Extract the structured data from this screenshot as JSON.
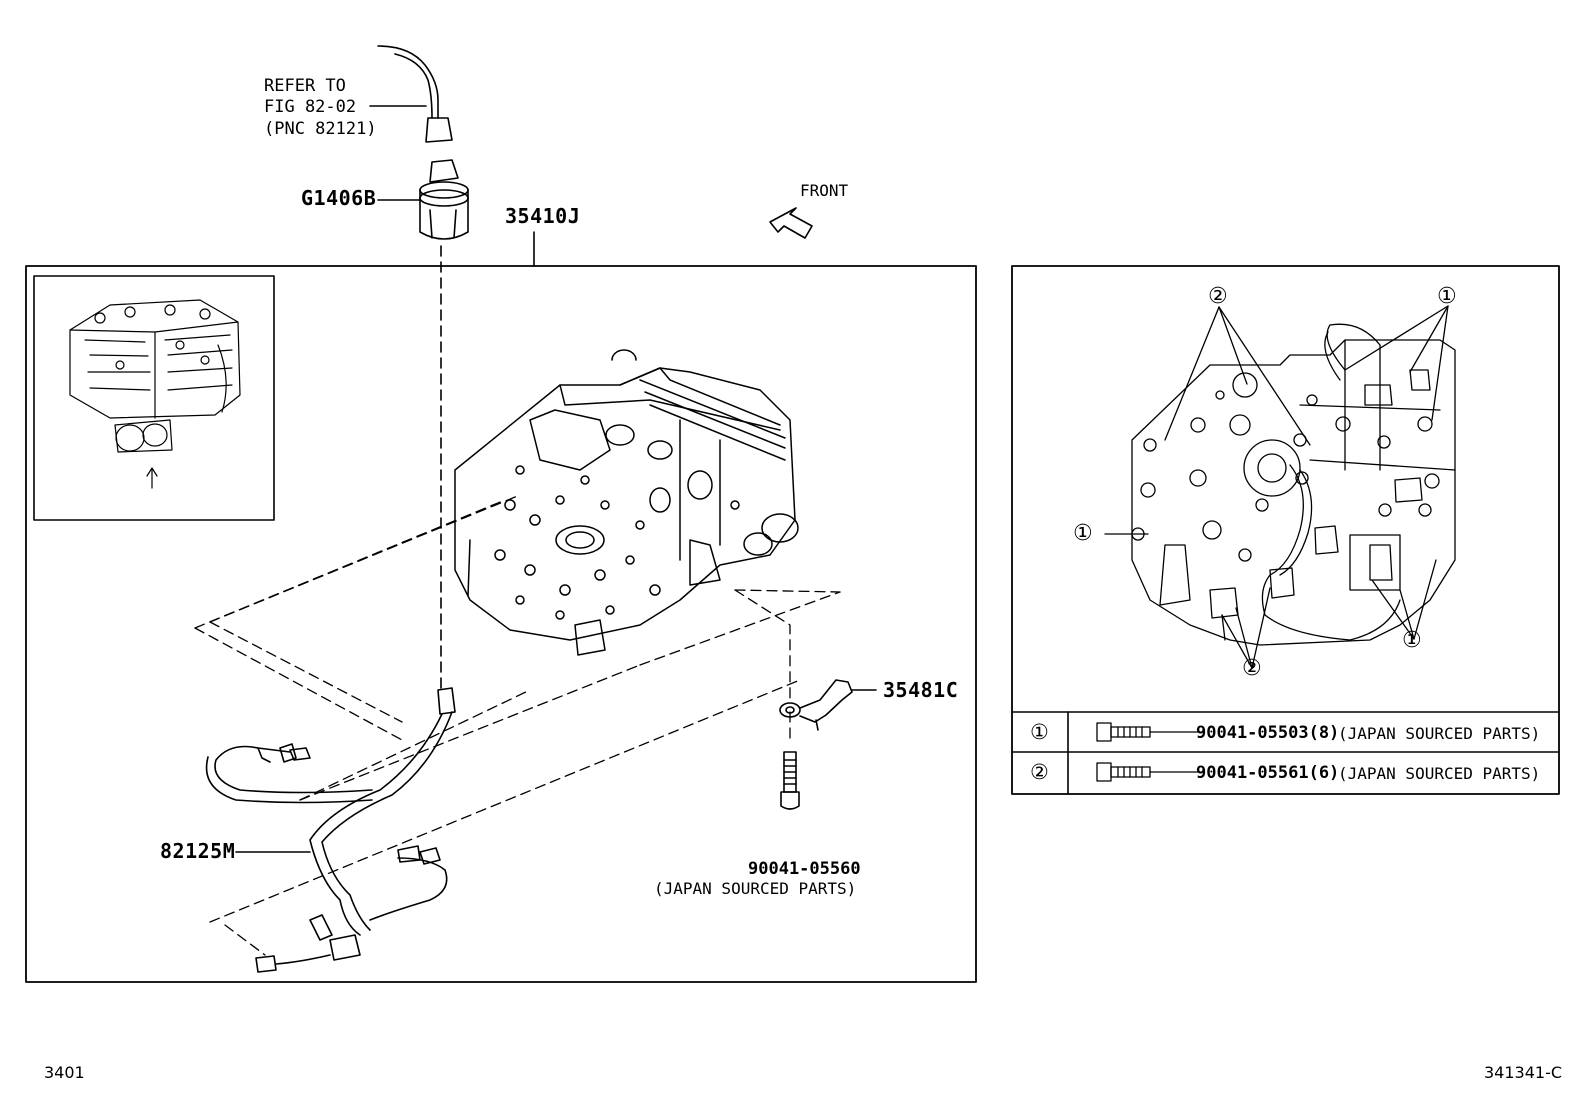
{
  "refer": {
    "line1": "REFER TO",
    "line2": "FIG 82-02",
    "line3": "(PNC 82121)"
  },
  "front_label": "FRONT",
  "parts": {
    "connector": "G1406B",
    "valve_body": "35410J",
    "clamp": "35481C",
    "harness": "82125M",
    "bolt_code": "90041-05560",
    "bolt_note": "(JAPAN SOURCED PARTS)"
  },
  "legend": {
    "rows": [
      {
        "symbol": "①",
        "code": "90041-05503(8)",
        "note": "(JAPAN SOURCED PARTS)"
      },
      {
        "symbol": "②",
        "code": "90041-05561(6)",
        "note": "(JAPAN SOURCED PARTS)"
      }
    ]
  },
  "callouts": [
    "②",
    "①",
    "①",
    "②",
    "①"
  ],
  "footer": {
    "left": "3401",
    "right": "341341-C"
  }
}
